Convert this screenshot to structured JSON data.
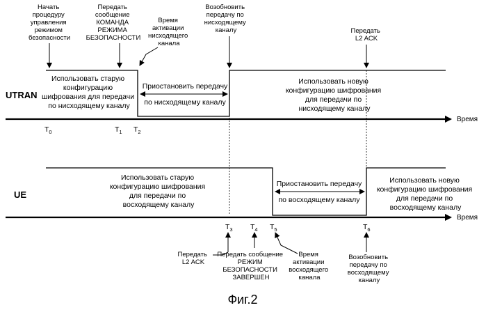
{
  "rows": {
    "utran": "UTRAN",
    "ue": "UE"
  },
  "axis_label": "Время",
  "utran": {
    "top_annotations": {
      "start_procedure": [
        "Начать",
        "процедуру",
        "управления",
        "режимом",
        "безопасности"
      ],
      "send_command": [
        "Передать",
        "сообщение",
        "КОМАНДА",
        "РЕЖИМА",
        "БЕЗОПАСНОСТИ"
      ],
      "activation_time": [
        "Время",
        "активации",
        "нисходящего",
        "канала"
      ],
      "resume": [
        "Возобновить",
        "передачу по",
        "нисходящему",
        "каналу"
      ],
      "send_ack": [
        "Передать",
        "L2 ACK"
      ]
    },
    "phase_old": [
      "Использовать старую",
      "конфигурацию",
      "шифрования для передачи",
      "по нисходящему каналу"
    ],
    "phase_suspend": [
      "Приостановить передачу",
      "по нисходящему каналу"
    ],
    "phase_new": [
      "Использовать новую",
      "конфигурацию шифрования",
      "для передачи по",
      "нисходящему каналу"
    ],
    "time_marks": [
      {
        "t": "T",
        "sub": "0"
      },
      {
        "t": "T",
        "sub": "1"
      },
      {
        "t": "T",
        "sub": "2"
      }
    ]
  },
  "ue": {
    "phase_old": [
      "Использовать старую",
      "конфигурацию шифрования",
      "для передачи по",
      "восходящему каналу"
    ],
    "phase_suspend": [
      "Приостановить передачу",
      "по восходящему каналу"
    ],
    "phase_new": [
      "Использовать новую",
      "конфигурацию шифрования",
      "для передачи по",
      "восходящему каналу"
    ],
    "time_marks": [
      {
        "t": "T",
        "sub": "3"
      },
      {
        "t": "T",
        "sub": "4"
      },
      {
        "t": "T",
        "sub": "5"
      },
      {
        "t": "T",
        "sub": "6"
      }
    ],
    "bottom_annotations": {
      "send_ack": [
        "Передать",
        "L2 ACK"
      ],
      "send_complete": [
        "Передать сообщение",
        "РЕЖИМ",
        "БЕЗОПАСНОСТИ",
        "ЗАВЕРШЕН"
      ],
      "activation_time": [
        "Время",
        "активации",
        "восходящего",
        "канала"
      ],
      "resume": [
        "Возобновить",
        "передачу по",
        "восходящему",
        "каналу"
      ]
    }
  },
  "caption": "Фиг.2"
}
